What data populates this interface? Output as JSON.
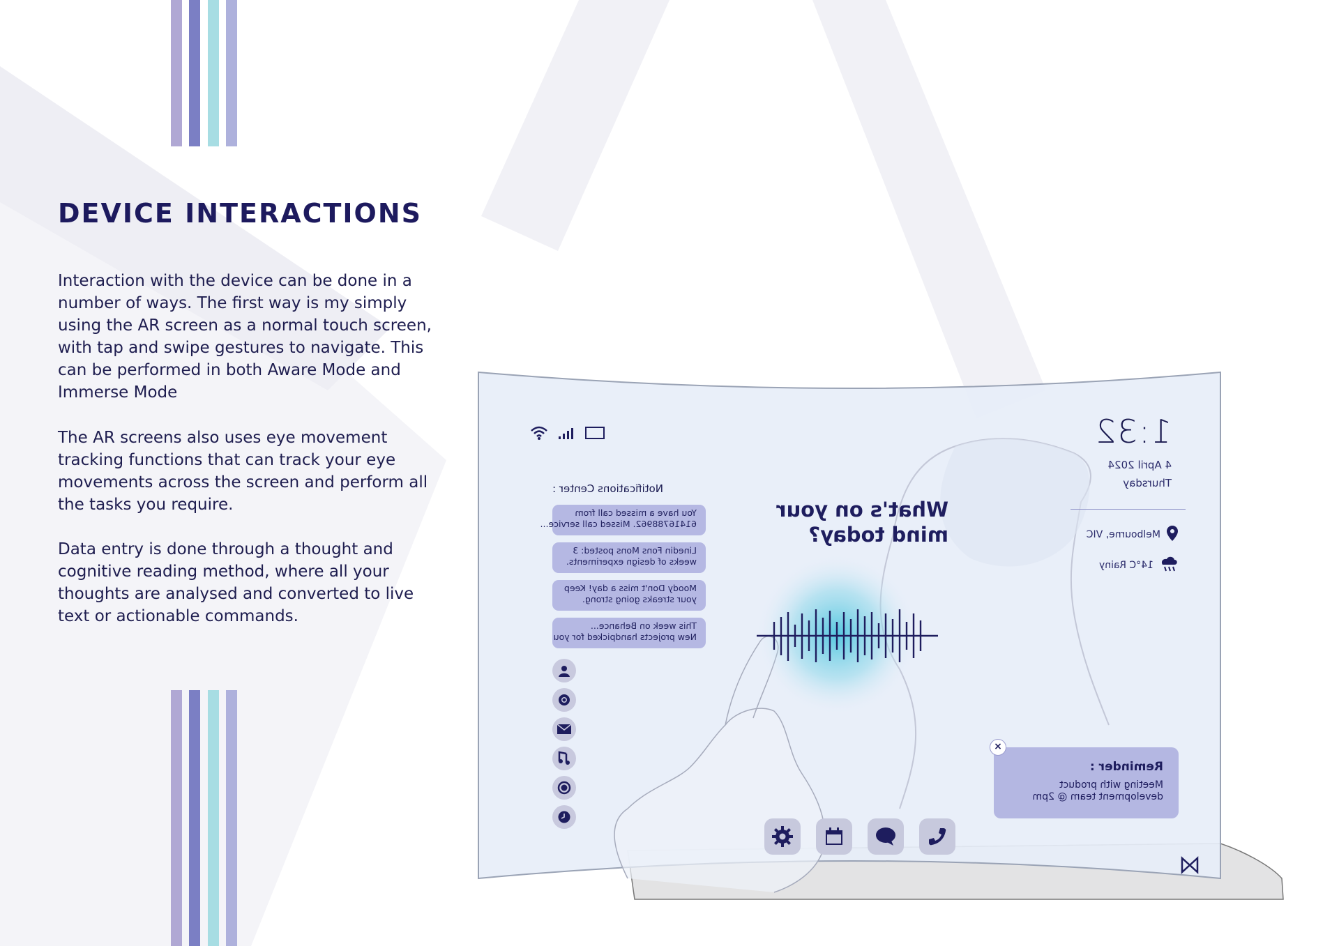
{
  "heading": "DEVICE INTERACTIONS",
  "paragraphs": {
    "p1": "Interaction with the device can be done in a number of ways. The first way is my simply using the AR screen as a normal touch screen, with tap and swipe gestures to navigate. This can be performed in both Aware Mode and Immerse Mode",
    "p2": "The AR screens also uses eye movement tracking functions that can track your eye movements across the screen and perform all the tasks you require.",
    "p3": "Data entry is done through a thought and cognitive reading method, where all your thoughts are analysed and converted to live text or actionable commands."
  },
  "colors": {
    "stripes": [
      "#b0a8d4",
      "#7b7fc4",
      "#a7dde3",
      "#aeb1dc"
    ],
    "screen": "#e7eef9",
    "accent": "#1c1a5c",
    "card": "#b5b8e3",
    "glow": "#66cde3"
  },
  "screen": {
    "status_icons": [
      "wifi-icon",
      "signal-bars-icon",
      "battery-icon"
    ],
    "time": "1:32",
    "date": "4 April 2024",
    "day": "Thursday",
    "location": "Melbourne, VIC",
    "weather": "14°C Rainy",
    "prompt_line1": "What's on your",
    "prompt_line2": "mind today?",
    "notifications_title": "Notifications Center :",
    "notifications": [
      {
        "line1": "You have a missed call from",
        "line2": "61416788962. Missed call service..."
      },
      {
        "line1": "Linedin Fons Mons posted: 3",
        "line2": "weeks of design experiments."
      },
      {
        "line1": "Moody Don't miss a day! Keep",
        "line2": "your streaks going strong."
      },
      {
        "line1": "This week on Behance...",
        "line2": "New projects handpicked for you"
      }
    ],
    "side_icons": [
      "profile-icon",
      "chrome-icon",
      "mail-icon",
      "music-icon",
      "record-icon",
      "clock-icon"
    ],
    "dock_icons": [
      "settings-icon",
      "calendar-icon",
      "chat-icon",
      "phone-icon"
    ],
    "reminder_title": "Reminder :",
    "reminder_body": "Meeting with product development team @ 2pm",
    "reminder_close": "×"
  }
}
